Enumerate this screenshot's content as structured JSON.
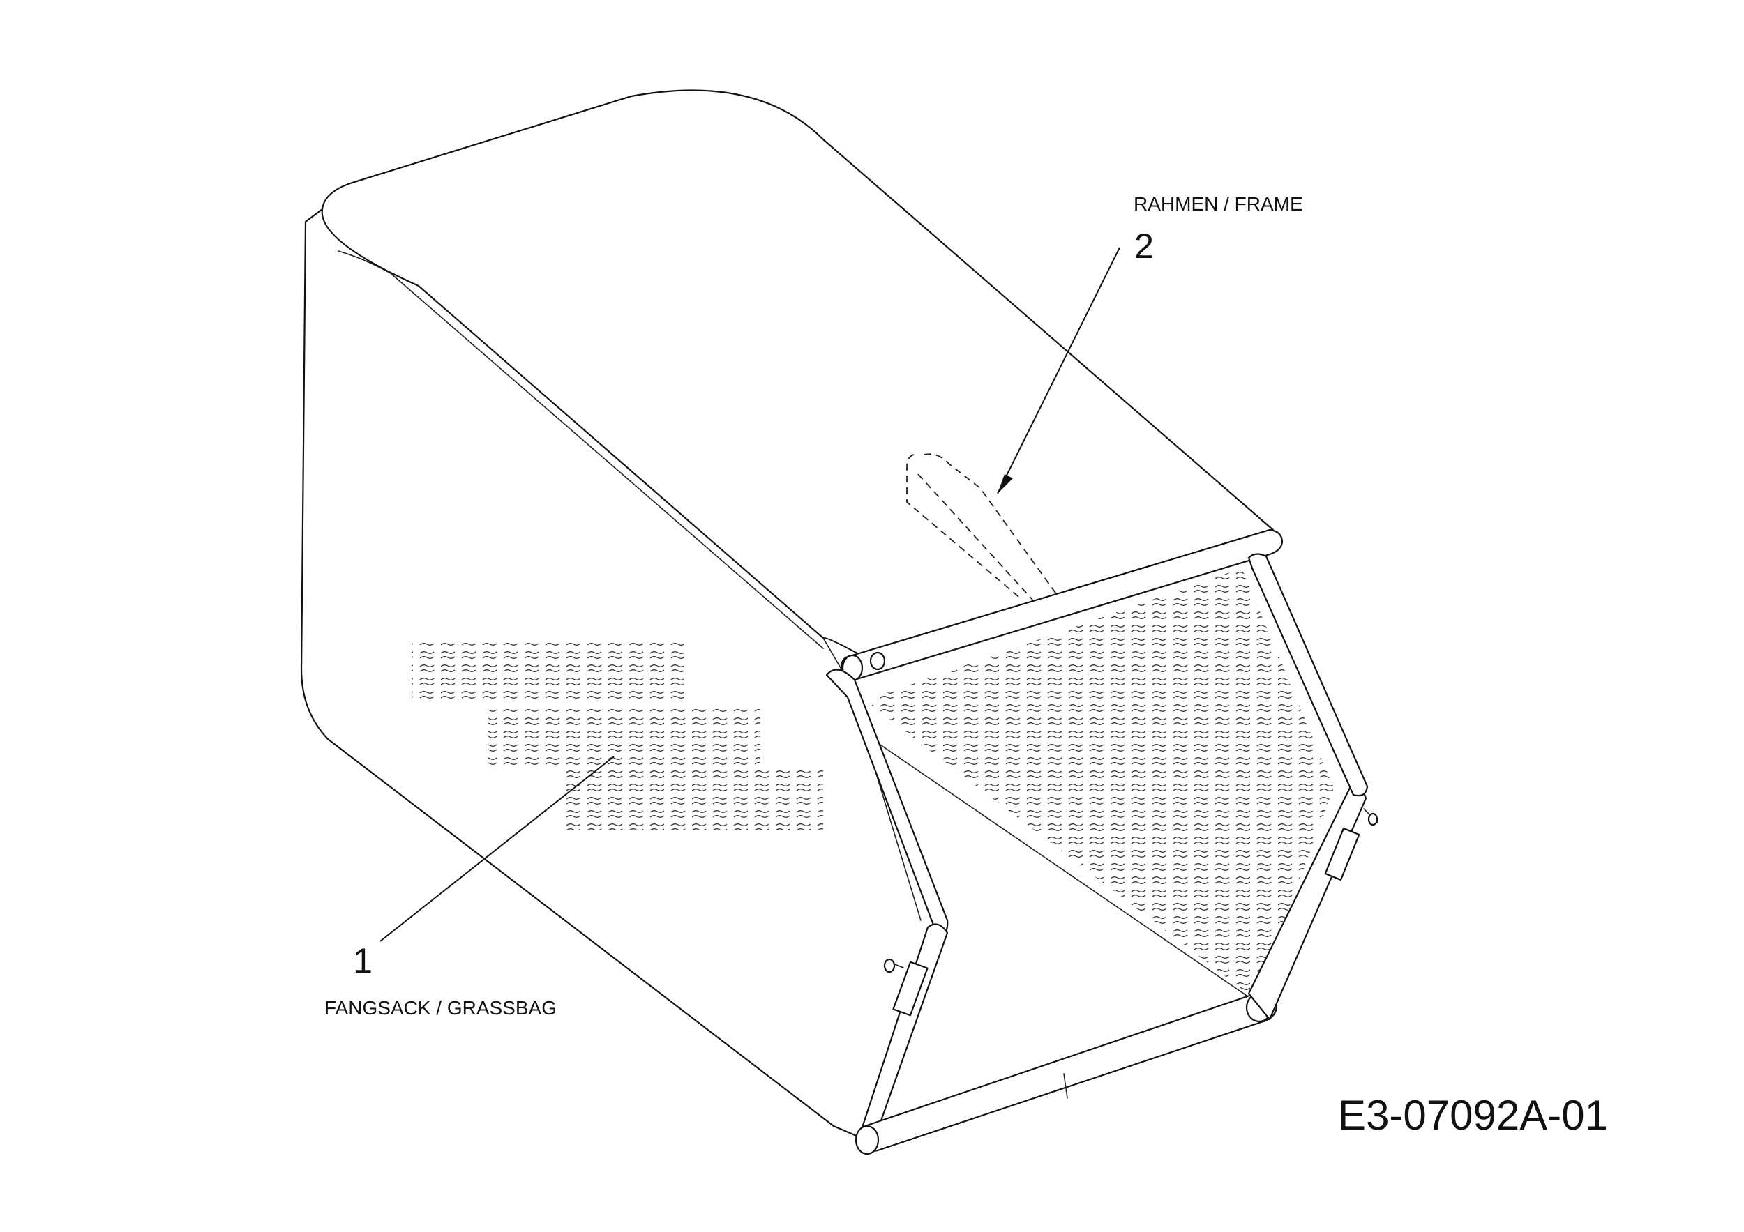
{
  "callouts": [
    {
      "number": "1",
      "label": "FANGSACK / GRASSBAG"
    },
    {
      "number": "2",
      "label": "RAHMEN / FRAME"
    }
  ],
  "drawing_number": "E3-07092A-01"
}
